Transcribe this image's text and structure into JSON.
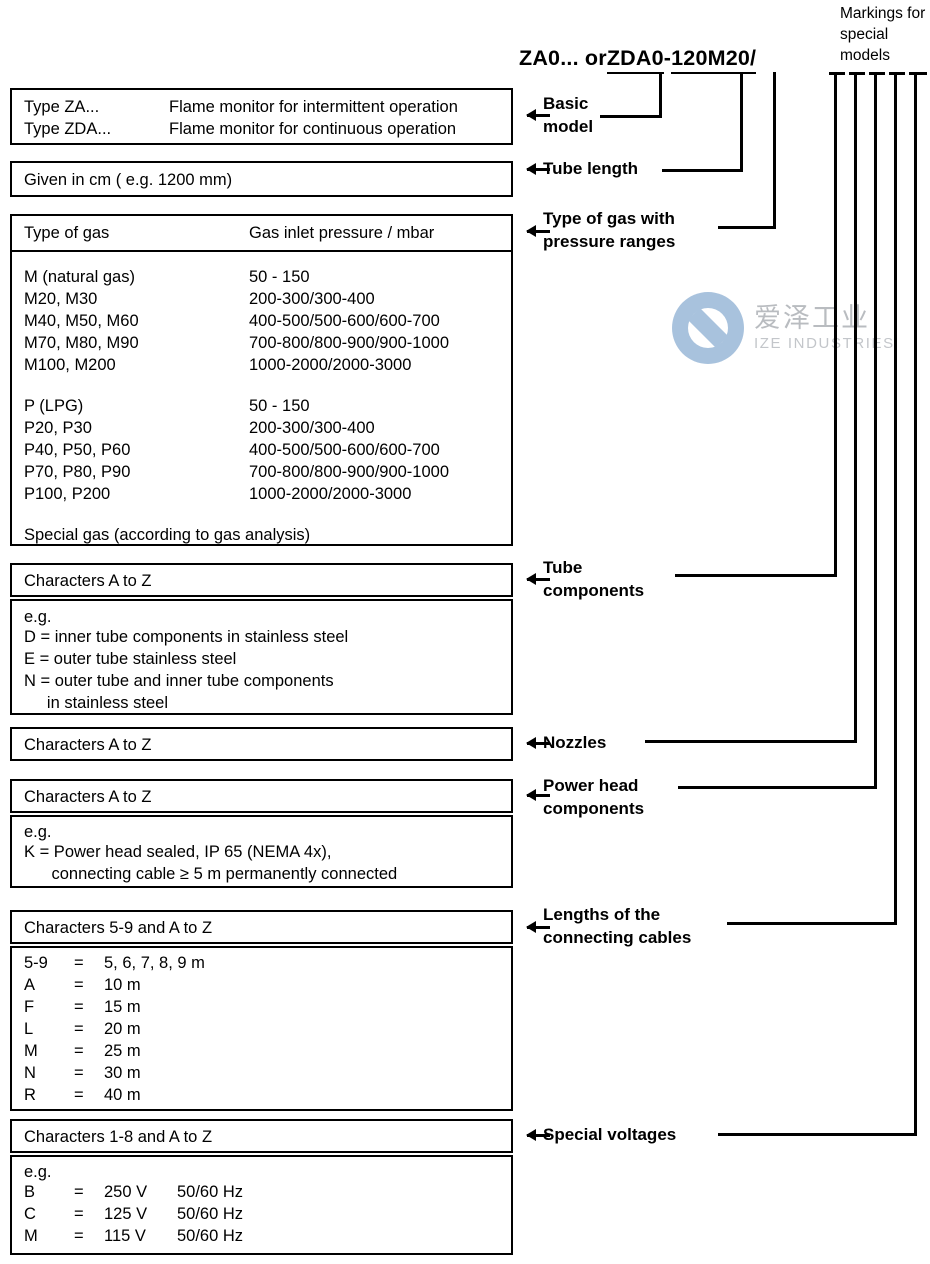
{
  "header": {
    "model_code_parts": [
      {
        "text": "ZA0... or ",
        "underline": false
      },
      {
        "text": "ZDA0",
        "underline": true
      },
      {
        "text": " - ",
        "underline": false
      },
      {
        "text": "120",
        "underline": true
      },
      {
        "text": " ",
        "underline": false
      },
      {
        "text": "M20/",
        "underline": true
      }
    ],
    "model_code_full": "ZA0... or ZDA0 - 120 M20/",
    "markings_note": "Markings for special models"
  },
  "sections": [
    {
      "id": "basic-model",
      "label": "Basic\nmodel",
      "rows": [
        {
          "c1": "Type ZA...",
          "c2": "Flame monitor for intermittent operation"
        },
        {
          "c1": "Type ZDA...",
          "c2": "Flame monitor for continuous operation"
        }
      ]
    },
    {
      "id": "tube-length",
      "label": "Tube length",
      "rows": [
        {
          "c1": "Given in cm ( e.g. 1200 mm)"
        }
      ]
    },
    {
      "id": "type-of-gas",
      "label": "Type of gas with\npressure ranges",
      "header": {
        "c1": "Type of gas",
        "c2": "Gas inlet pressure / mbar"
      },
      "rows": [
        {
          "c1": "M (natural gas)",
          "c2": "50 - 150"
        },
        {
          "c1": "M20, M30",
          "c2": "200-300/300-400"
        },
        {
          "c1": "M40, M50, M60",
          "c2": "400-500/500-600/600-700"
        },
        {
          "c1": "M70, M80, M90",
          "c2": "700-800/800-900/900-1000"
        },
        {
          "c1": "M100, M200",
          "c2": "1000-2000/2000-3000"
        },
        {
          "c1": "",
          "c2": ""
        },
        {
          "c1": "P (LPG)",
          "c2": "50 - 150"
        },
        {
          "c1": "P20, P30",
          "c2": "200-300/300-400"
        },
        {
          "c1": "P40, P50, P60",
          "c2": "400-500/500-600/600-700"
        },
        {
          "c1": "P70, P80, P90",
          "c2": "700-800/800-900/900-1000"
        },
        {
          "c1": "P100, P200",
          "c2": "1000-2000/2000-3000"
        },
        {
          "c1": "",
          "c2": ""
        },
        {
          "c1": "Special gas (according to gas analysis)",
          "c2": ""
        }
      ]
    },
    {
      "id": "tube-components",
      "label": "Tube\ncomponents",
      "header": {
        "c1": "Characters A to Z"
      },
      "body_lines": [
        "e.g.",
        "D = inner tube components in stainless steel",
        "E = outer tube stainless steel",
        "N = outer tube and inner tube components",
        "     in stainless steel"
      ]
    },
    {
      "id": "nozzles",
      "label": "Nozzles",
      "header": {
        "c1": "Characters A to Z"
      }
    },
    {
      "id": "power-head-components",
      "label": "Power head\ncomponents",
      "header": {
        "c1": "Characters A to Z"
      },
      "body_lines": [
        "e.g.",
        "K = Power head sealed, IP 65 (NEMA 4x),",
        "      connecting cable ≥ 5 m permanently connected"
      ]
    },
    {
      "id": "connecting-cable-lengths",
      "label": "Lengths of the\nconnecting cables",
      "header": {
        "c1": "Characters 5-9 and A to Z"
      },
      "table": [
        {
          "code": "5-9",
          "eq": "=",
          "value": "5, 6, 7, 8, 9 m"
        },
        {
          "code": "A",
          "eq": "=",
          "value": "10 m"
        },
        {
          "code": "F",
          "eq": "=",
          "value": "15 m"
        },
        {
          "code": "L",
          "eq": "=",
          "value": "20 m"
        },
        {
          "code": "M",
          "eq": "=",
          "value": "25 m"
        },
        {
          "code": "N",
          "eq": "=",
          "value": "30 m"
        },
        {
          "code": "R",
          "eq": "=",
          "value": "40 m"
        }
      ]
    },
    {
      "id": "special-voltages",
      "label": "Special voltages",
      "header": {
        "c1": "Characters 1-8 and A to Z"
      },
      "note": "e.g.",
      "table": [
        {
          "code": "B",
          "eq": "=",
          "voltage": "250 V",
          "freq": "50/60 Hz"
        },
        {
          "code": "C",
          "eq": "=",
          "voltage": "125 V",
          "freq": "50/60 Hz"
        },
        {
          "code": "M",
          "eq": "=",
          "voltage": "115 V",
          "freq": "50/60 Hz"
        }
      ]
    }
  ],
  "watermark": {
    "cn": "爱泽工业",
    "en": "IZE INDUSTRIES",
    "color": "#a8c2dd"
  },
  "colors": {
    "ink": "#000000",
    "paper": "#ffffff",
    "watermark": "#a8c2dd"
  }
}
